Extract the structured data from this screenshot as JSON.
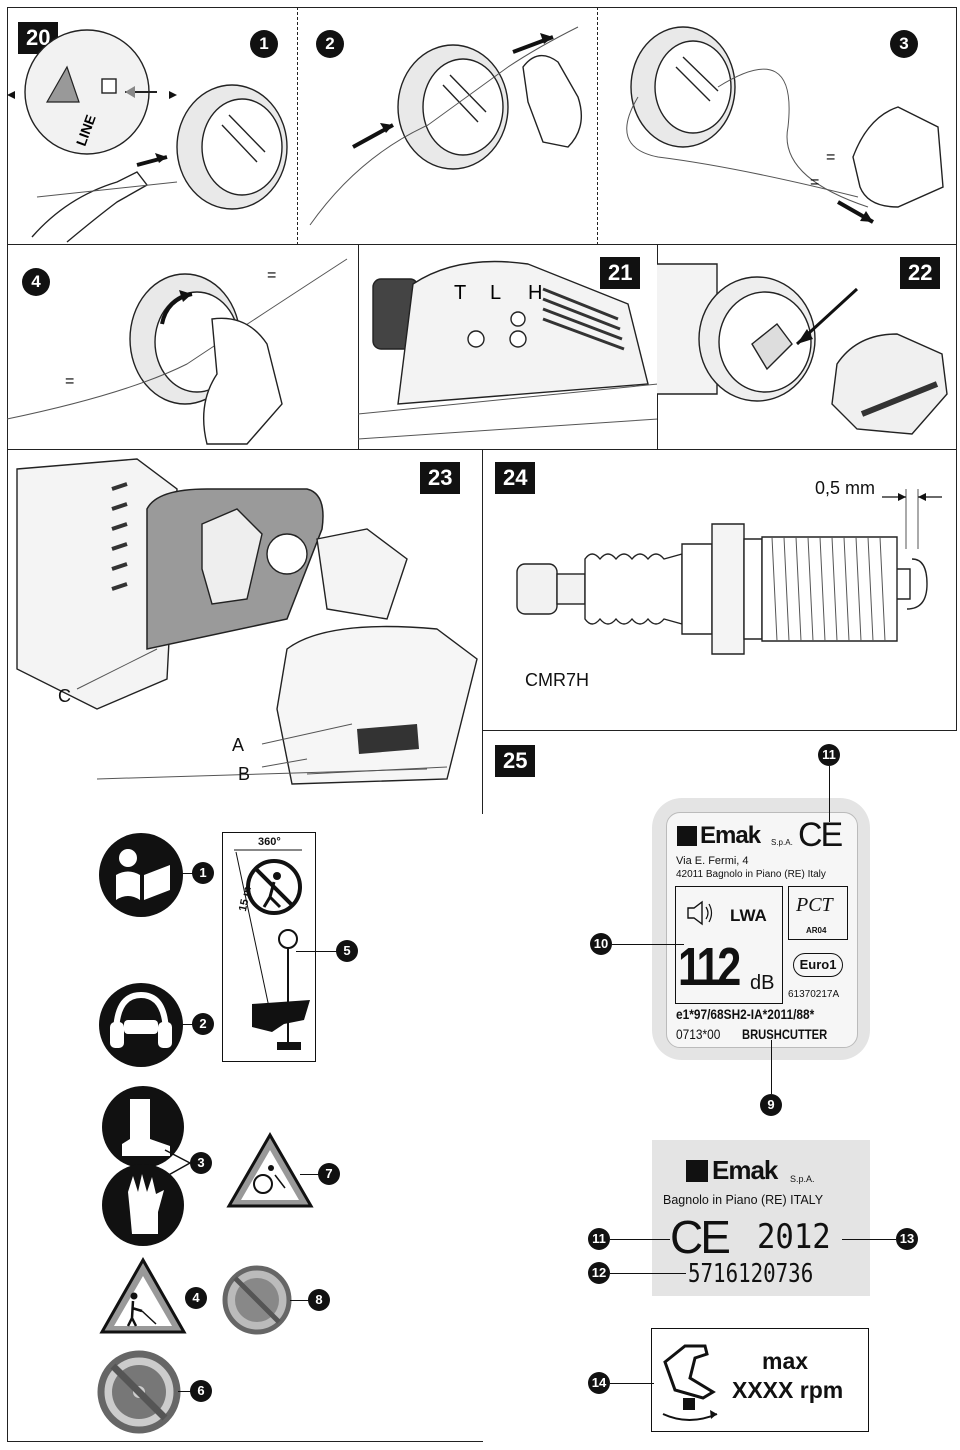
{
  "figures": {
    "f20": "20",
    "f21": "21",
    "f22": "22",
    "f23": "23",
    "f24": "24",
    "f25": "25"
  },
  "steps": [
    "1",
    "2",
    "3",
    "4"
  ],
  "fig20_labels": {
    "eq1": "=",
    "eq2": "=",
    "eq3": "=",
    "eq4": "="
  },
  "fig21_labels": {
    "t": "T",
    "l": "L",
    "h": "H"
  },
  "fig23_labels": {
    "a": "A",
    "b": "B",
    "c": "C"
  },
  "fig24": {
    "gap": "0,5 mm",
    "model": "CMR7H"
  },
  "symbols": {
    "n1": "1",
    "n2": "2",
    "n3": "3",
    "n4": "4",
    "n5": "5",
    "n6": "6",
    "n7": "7",
    "n8": "8",
    "angle": "360°",
    "distance": "15 m"
  },
  "plate1": {
    "brand": "Emak",
    "suffix": "S.p.A.",
    "ce": "CE",
    "address1": "Via E. Fermi, 4",
    "address2": "42011 Bagnolo in Piano (RE) Italy",
    "lwa": "LWA",
    "level": "112",
    "unit": "dB",
    "pct": "PCT",
    "ar": "AR04",
    "euro": "Euro1",
    "code": "61370217A",
    "homolog": "e1*97/68SH2-IA*2011/88*",
    "homolog2": "0713*00",
    "type": "BRUSHCUTTER",
    "c9": "9",
    "c10": "10",
    "c11": "11"
  },
  "plate2": {
    "brand": "Emak",
    "suffix": "S.p.A.",
    "place": "Bagnolo in Piano (RE) ITALY",
    "ce": "CE",
    "year": "2012",
    "serial": "5716120736",
    "c11": "11",
    "c12": "12",
    "c13": "13"
  },
  "plate3": {
    "max": "max",
    "rpm": "XXXX rpm",
    "c14": "14"
  }
}
